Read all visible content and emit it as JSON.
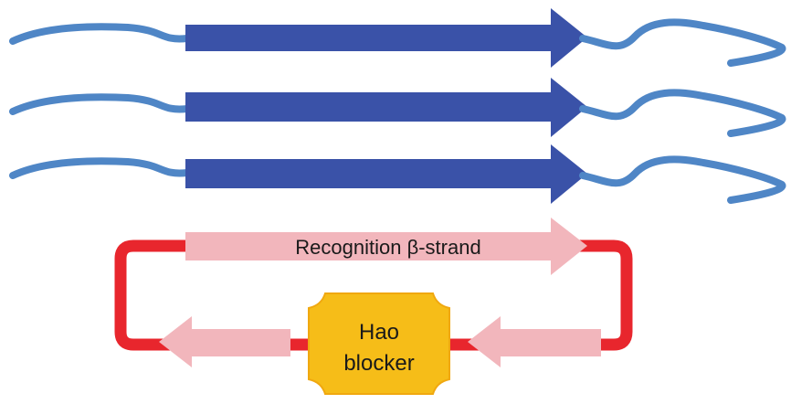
{
  "labels": {
    "recognition_strand": "Recognition β-strand",
    "blocker_line1": "Hao",
    "blocker_line2": "blocker"
  },
  "colors": {
    "beta_strand_arrow": "#3a52a8",
    "coil": "#4f86c6",
    "recognition_arrow": "#f2b6bc",
    "linker": "#e8262d",
    "blocker_fill": "#f6bd18",
    "blocker_outline": "#f0a810",
    "text": "#1a1a1a",
    "background": "#ffffff"
  },
  "elements": {
    "beta_strands": [
      "strand-1",
      "strand-2",
      "strand-3"
    ],
    "blocker_shape": "rounded-octagon"
  }
}
